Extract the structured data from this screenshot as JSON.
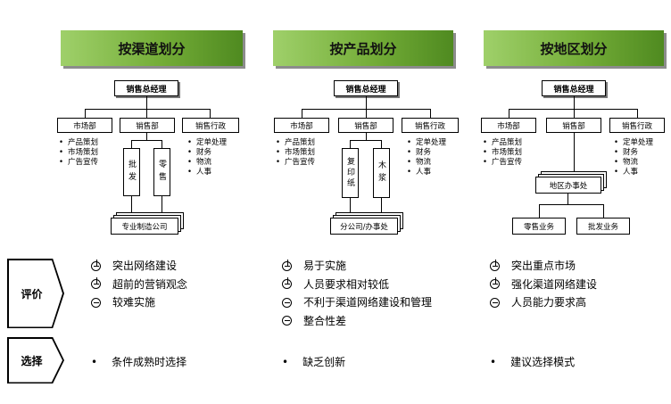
{
  "panels": [
    {
      "title": "按渠道划分",
      "top": "销售总经理",
      "left": {
        "label": "市场部",
        "items": [
          "产品策划",
          "市场策划",
          "广告宣传"
        ]
      },
      "mid": {
        "label": "销售部",
        "subs": [
          "批发",
          "零售"
        ],
        "bottom": "专业制造公司"
      },
      "right": {
        "label": "销售行政",
        "items": [
          "定单处理",
          "财务",
          "物流",
          "人事"
        ]
      }
    },
    {
      "title": "按产品划分",
      "top": "销售总经理",
      "left": {
        "label": "市场部",
        "items": [
          "产品策划",
          "市场策划",
          "广告宣传"
        ]
      },
      "mid": {
        "label": "销售部",
        "subs": [
          "复印纸",
          "木浆"
        ],
        "bottom": "分公司/办事处"
      },
      "right": {
        "label": "销售行政",
        "items": [
          "定单处理",
          "财务",
          "物流",
          "人事"
        ]
      }
    },
    {
      "title": "按地区划分",
      "top": "销售总经理",
      "left": {
        "label": "市场部",
        "items": [
          "产品策划",
          "市场策划",
          "广告宣传"
        ]
      },
      "mid": {
        "label": "销售部",
        "office": "地区办事处",
        "subs": [
          "零售业务",
          "批发业务"
        ]
      },
      "right": {
        "label": "销售行政",
        "items": [
          "定单处理",
          "财务",
          "物流",
          "人事"
        ]
      }
    }
  ],
  "rows": {
    "evaluation": "评价",
    "choice": "选择"
  },
  "evaluations": [
    [
      {
        "sym": "plus",
        "text": "突出网络建设"
      },
      {
        "sym": "plus",
        "text": "超前的营销观念"
      },
      {
        "sym": "minus",
        "text": "较难实施"
      }
    ],
    [
      {
        "sym": "plus",
        "text": "易于实施"
      },
      {
        "sym": "plus",
        "text": "人员要求相对较低"
      },
      {
        "sym": "minus",
        "text": "不利于渠道网络建设和管理"
      },
      {
        "sym": "minus",
        "text": "整合性差"
      }
    ],
    [
      {
        "sym": "plus",
        "text": "突出重点市场"
      },
      {
        "sym": "plus",
        "text": "强化渠道网络建设"
      },
      {
        "sym": "minus",
        "text": "人员能力要求高"
      }
    ]
  ],
  "choices": [
    "条件成熟时选择",
    "缺乏创新",
    "建议选择模式"
  ]
}
